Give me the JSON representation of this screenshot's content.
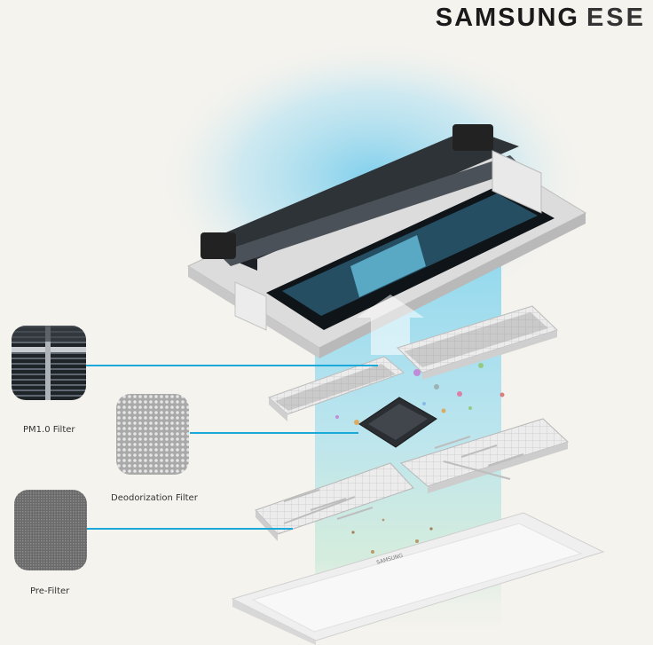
{
  "brand": {
    "name": "SAMSUNG",
    "suffix": "ESE"
  },
  "filters": [
    {
      "label": "PM1.0 Filter",
      "icon": "pm10-filter-thumbnail"
    },
    {
      "label": "Deodorization Filter",
      "icon": "deodorization-filter-thumbnail"
    },
    {
      "label": "Pre-Filter",
      "icon": "pre-filter-thumbnail"
    }
  ],
  "panel": {
    "logo_text": "SAMSUNG"
  },
  "colors": {
    "airflow_blue": "#7fd3ef",
    "airflow_green": "#b9e6cf",
    "connector_line": "#1aa9d8"
  }
}
